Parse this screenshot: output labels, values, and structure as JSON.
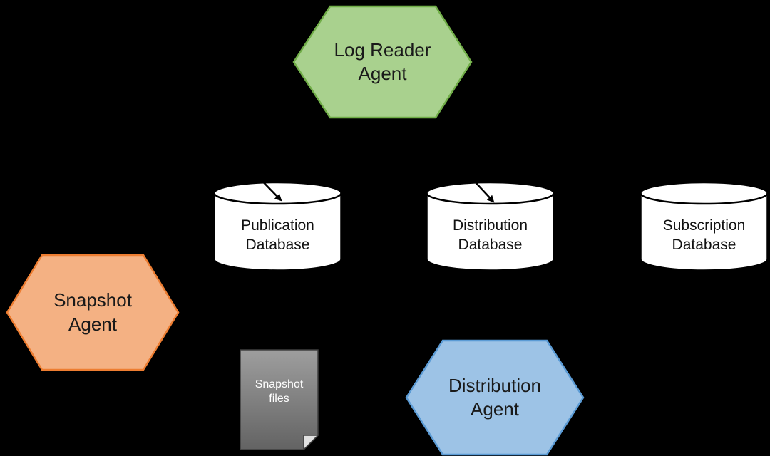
{
  "background": "#000000",
  "nodes": {
    "log_reader_agent": {
      "label": "Log Reader Agent",
      "fill": "#A9D18E",
      "border": "#70AD47",
      "text_color": "#1a1a1a"
    },
    "snapshot_agent": {
      "label": "Snapshot Agent",
      "fill": "#F4B183",
      "border": "#ED7D31",
      "text_color": "#1a1a1a"
    },
    "distribution_agent": {
      "label": "Distribution Agent",
      "fill": "#9DC3E6",
      "border": "#5B9BD5",
      "text_color": "#1a1a1a"
    },
    "publication_database": {
      "label": "Publication Database",
      "fill": "#FFFFFF",
      "border": "#000000",
      "text_color": "#111111"
    },
    "distribution_database": {
      "label": "Distribution Database",
      "fill": "#FFFFFF",
      "border": "#000000",
      "text_color": "#111111"
    },
    "subscription_database": {
      "label": "Subscription Database",
      "fill": "#FFFFFF",
      "border": "#000000",
      "text_color": "#111111"
    },
    "snapshot_files": {
      "label": "Snapshot files",
      "fill_top": "#9E9E9E",
      "fill_bottom": "#636363",
      "border": "#3F3F3F",
      "fold": "#E0E0E0",
      "text_color": "#FFFFFF"
    }
  },
  "connectors": {
    "color": "#000000"
  }
}
